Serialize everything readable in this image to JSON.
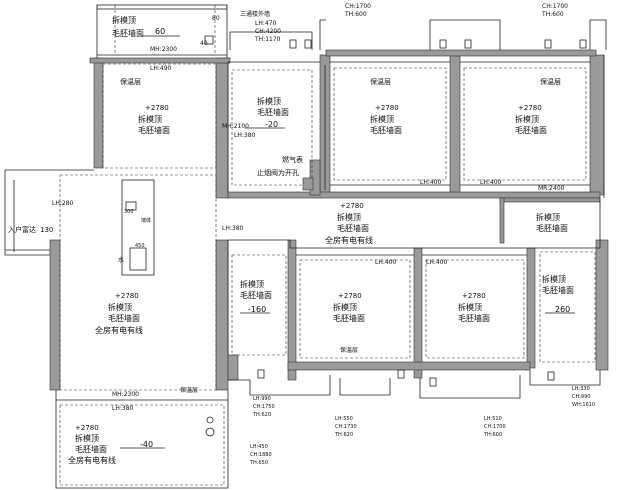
{
  "plan": {
    "rooms": {
      "top_balcony": {
        "l1": "拆模顶",
        "l2": "毛胚墙面",
        "l3": "60"
      },
      "living_left": {
        "h": "+2780",
        "l1": "拆模顶",
        "l2": "毛胚墙面"
      },
      "living_lower": {
        "h": "+2780",
        "l1": "拆模顶",
        "l2": "毛胚墙面",
        "l3": "全房有电有线"
      },
      "bottom_balcony": {
        "h": "+2780",
        "l1": "拆模顶",
        "l2": "毛胚墙面",
        "l3": "-40",
        "l4": "全房有电有线"
      },
      "kitchen": {
        "l1": "拆模顶",
        "l2": "毛胚墙面",
        "l3": "-20",
        "mh": "MH:2100",
        "lh": "LH:380",
        "gas": "燃气表",
        "vent": "止烟阀为开孔"
      },
      "bed_top_mid": {
        "h": "+2780",
        "l1": "拆模顶",
        "l2": "毛胚墙面",
        "ins": "保温层",
        "lh": "LH:400"
      },
      "bed_top_right": {
        "h": "+2780",
        "l1": "拆模顶",
        "l2": "毛胚墙面",
        "ins": "保温层",
        "lh": "LH:400",
        "mh": "MR:2400"
      },
      "corridor": {
        "h": "+2780",
        "l1": "拆模顶",
        "l2": "毛胚墙面",
        "l3": "全房有电有线"
      },
      "bath_right": {
        "l1": "拆模顶",
        "l2": "毛胚墙面"
      },
      "bath_left": {
        "l1": "拆模顶",
        "l2": "毛胚墙面",
        "l3": "-160"
      },
      "bed_bottom_mid": {
        "h": "+2780",
        "l1": "拆模顶",
        "l2": "毛胚墙面",
        "lh": "LH:400",
        "ins": "保温层"
      },
      "bed_bottom_right": {
        "h": "+2780",
        "l1": "拆模顶",
        "l2": "毛胚墙面",
        "lh": "LH:400"
      },
      "bath_far_right": {
        "l1": "拆模顶",
        "l2": "毛胚墙面",
        "l3": "260"
      }
    },
    "annotations": {
      "mh_top": "MH:2300",
      "lh_top": "LH:490",
      "insulation_top": "保温层",
      "ac_top": [
        "三通楼外墙",
        "LH:470",
        "CH:4200",
        "TH:1170"
      ],
      "ch_top_mid": [
        "CH:1700",
        "TH:600"
      ],
      "ch_top_right": [
        "CH:1700",
        "TH:600"
      ],
      "entrance": "入户富达",
      "entrance_val": "130",
      "lh_entry": "LH:280",
      "lh_mid": "LH:380",
      "mh_bottom": "MH:2300",
      "lh_bottom": "LH:380",
      "insulation_bottom": "保温层",
      "b_sockets_1": [
        "LH:990",
        "CH:1750",
        "TH:620"
      ],
      "b_sockets_2": [
        "LH:450",
        "CH:1880",
        "TH:650"
      ],
      "b_sockets_3": [
        "LH:550",
        "CH:1730",
        "TH:620"
      ],
      "b_sockets_4": [
        "LH:510",
        "CH:1700",
        "TH:600"
      ],
      "r_sockets": [
        "LH:330",
        "CH:990",
        "WH:1610"
      ],
      "kitchen_small": [
        "300",
        "450",
        "墙体",
        "水"
      ],
      "top_small_40": "40",
      "top_small_80": "80"
    }
  }
}
